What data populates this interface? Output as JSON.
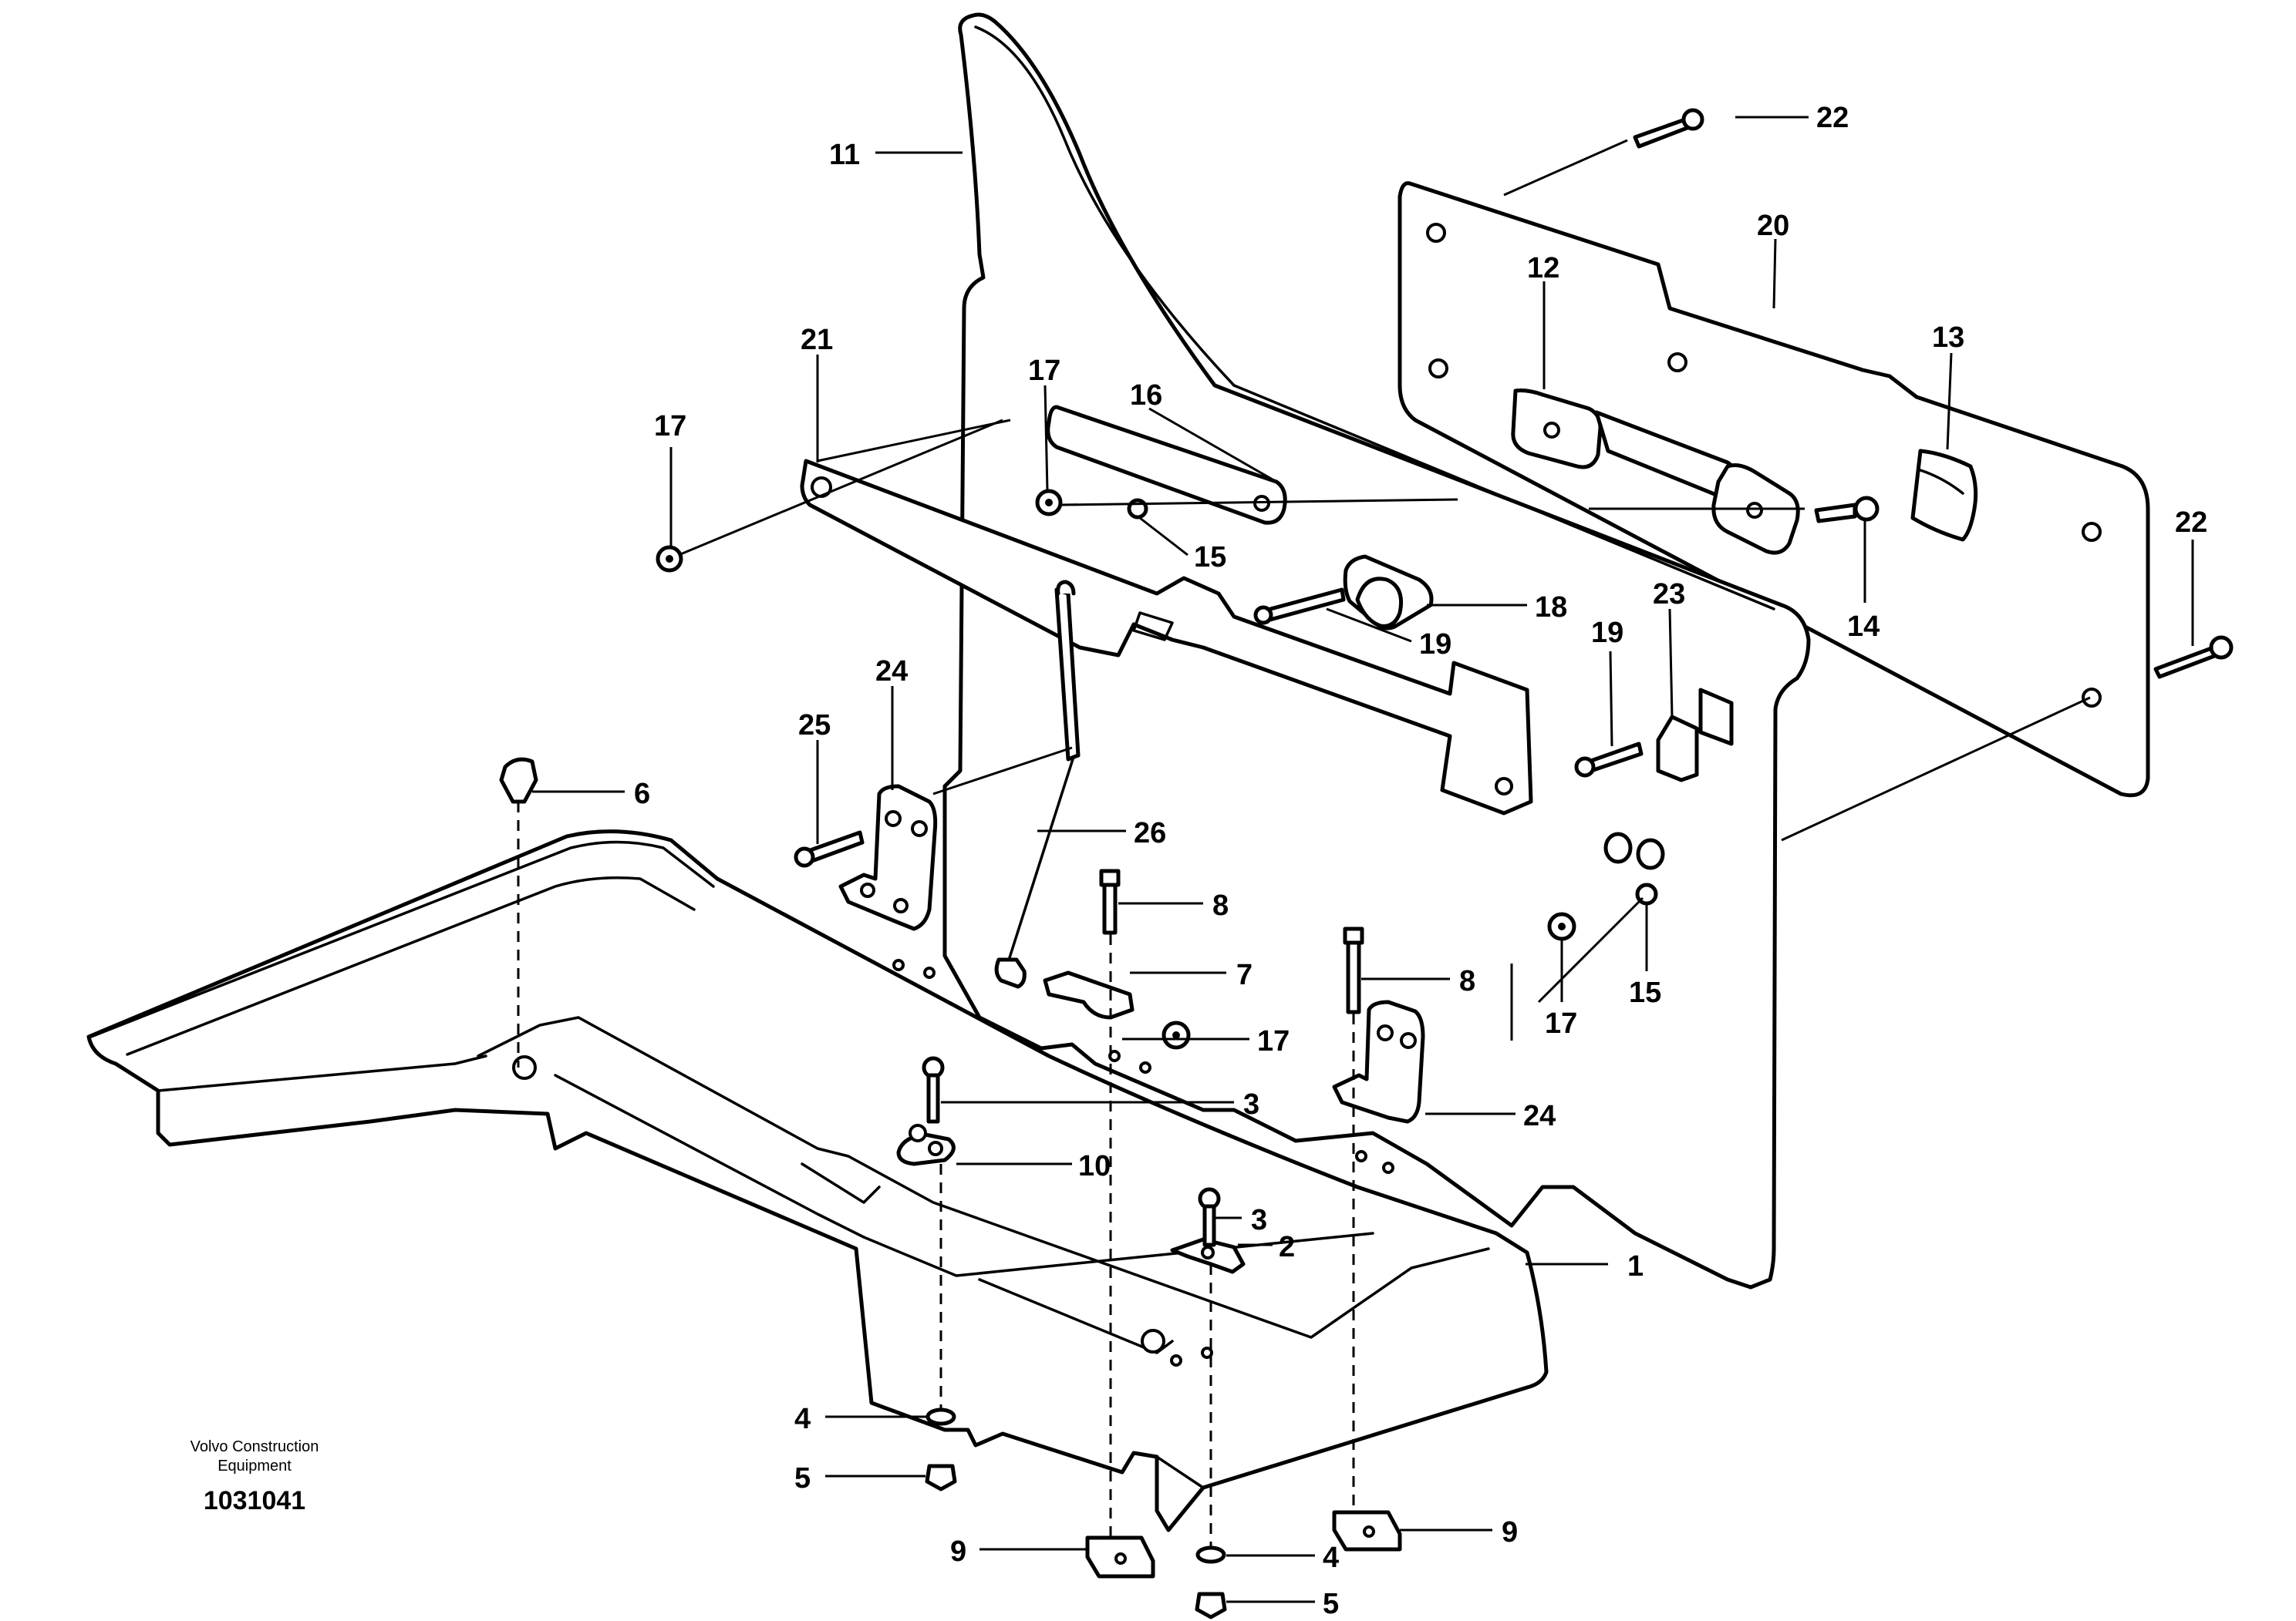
{
  "callouts": {
    "c1": "1",
    "c2": "2",
    "c3a": "3",
    "c3b": "3",
    "c4a": "4",
    "c4b": "4",
    "c5a": "5",
    "c5b": "5",
    "c6": "6",
    "c7": "7",
    "c8a": "8",
    "c8b": "8",
    "c9a": "9",
    "c9b": "9",
    "c10": "10",
    "c11": "11",
    "c12": "12",
    "c13": "13",
    "c14": "14",
    "c15a": "15",
    "c15b": "15",
    "c16": "16",
    "c17a": "17",
    "c17b": "17",
    "c17c": "17",
    "c17d": "17",
    "c18": "18",
    "c19a": "19",
    "c19b": "19",
    "c20": "20",
    "c21": "21",
    "c22a": "22",
    "c22b": "22",
    "c23": "23",
    "c24a": "24",
    "c24b": "24",
    "c25": "25",
    "c26": "26"
  },
  "footer": {
    "brand_line1": "Volvo Construction",
    "brand_line2": "Equipment",
    "drawing_id": "1031041"
  }
}
